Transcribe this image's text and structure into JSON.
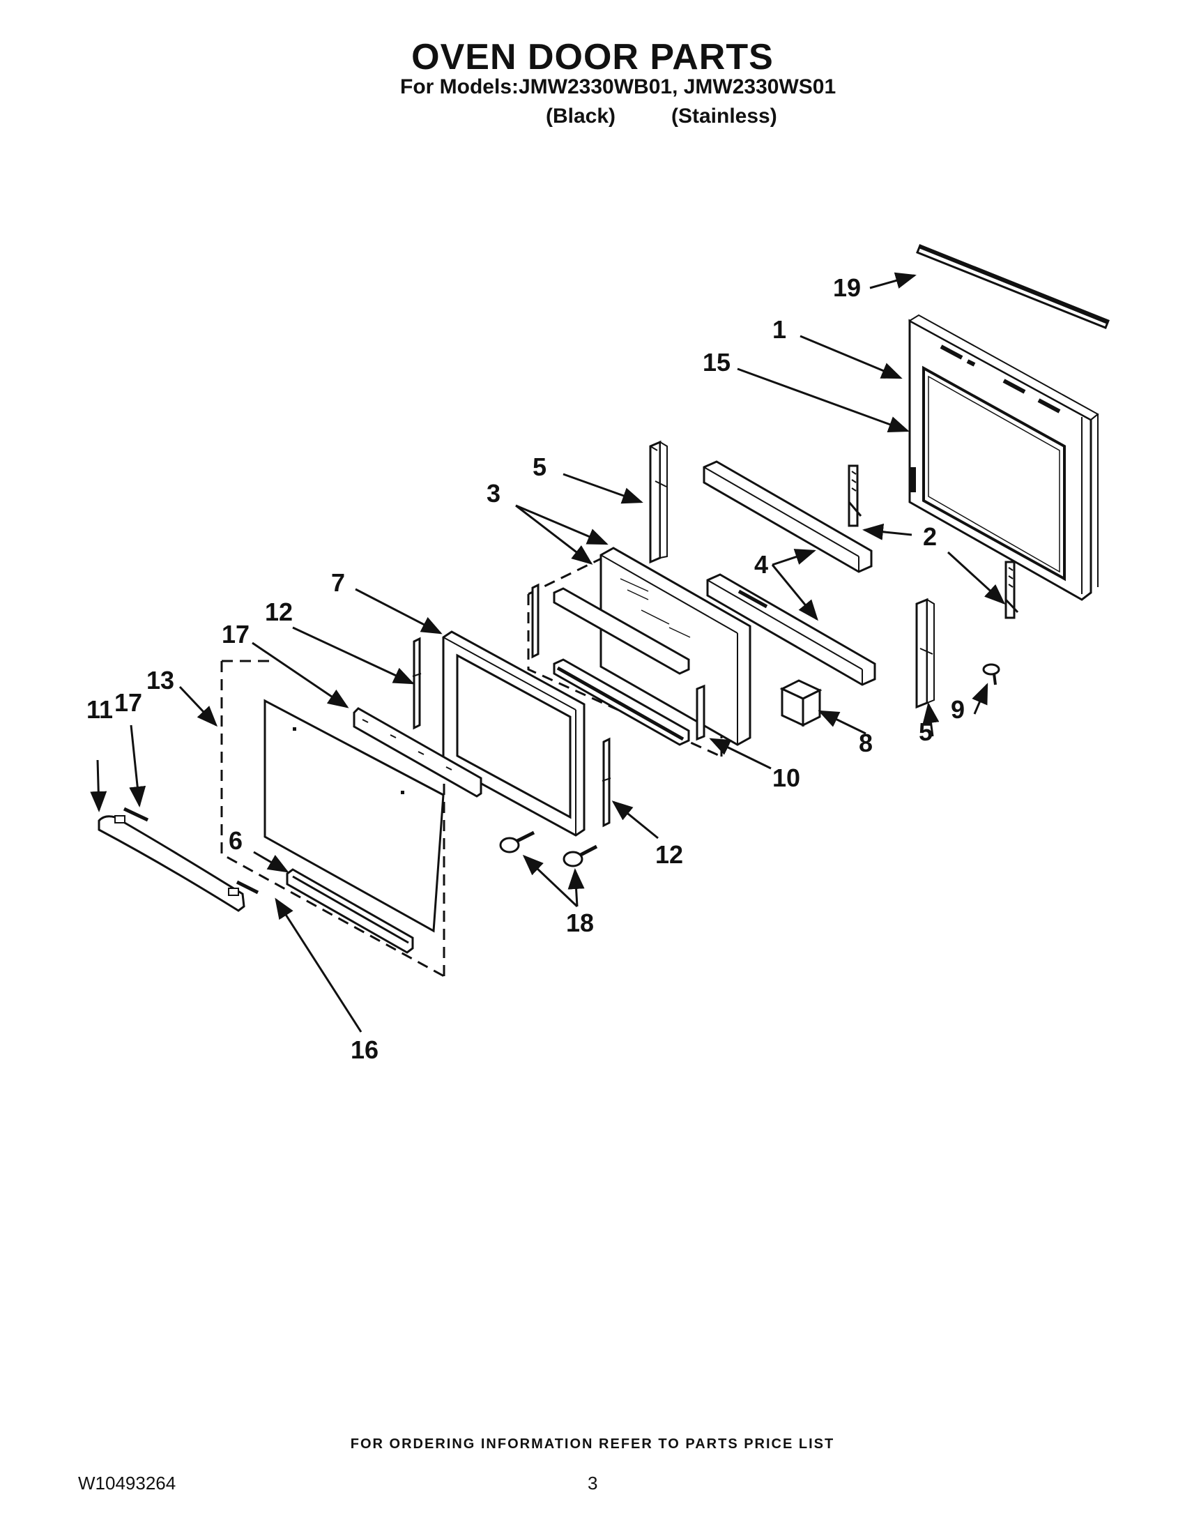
{
  "header": {
    "title": "OVEN DOOR PARTS",
    "models_line": "For Models:JMW2330WB01, JMW2330WS01",
    "color_black": "(Black)",
    "color_stainless": "(Stainless)"
  },
  "callouts": {
    "c19": "19",
    "c1": "1",
    "c15": "15",
    "c5a": "5",
    "c2": "2",
    "c3": "3",
    "c4": "4",
    "c7": "7",
    "c12a": "12",
    "c17a": "17",
    "c13": "13",
    "c11": "11",
    "c17b": "17",
    "c8": "8",
    "c5b": "5",
    "c9": "9",
    "c10": "10",
    "c12b": "12",
    "c6": "6",
    "c18": "18",
    "c16": "16"
  },
  "footer": {
    "note": "FOR ORDERING INFORMATION REFER TO PARTS PRICE LIST",
    "doc_id": "W10493264",
    "page": "3"
  }
}
